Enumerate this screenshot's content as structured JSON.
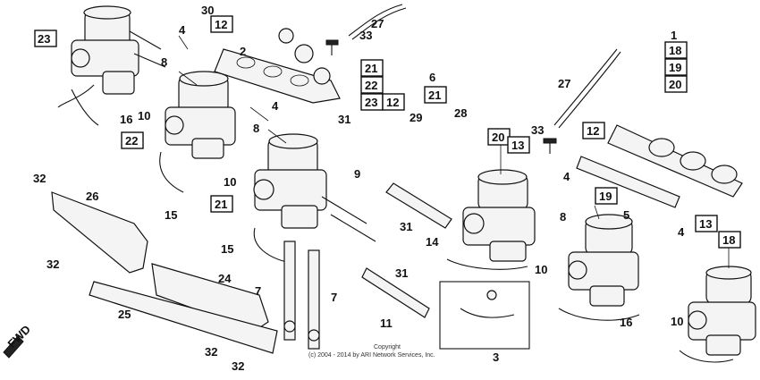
{
  "diagram": {
    "labels": [
      {
        "id": "l30",
        "text": "30"
      },
      {
        "id": "l27a",
        "text": "27"
      },
      {
        "id": "l4a",
        "text": "4"
      },
      {
        "id": "l33a",
        "text": "33"
      },
      {
        "id": "l2",
        "text": "2"
      },
      {
        "id": "l8a",
        "text": "8"
      },
      {
        "id": "l10a",
        "text": "10"
      },
      {
        "id": "l16a",
        "text": "16"
      },
      {
        "id": "l4b",
        "text": "4"
      },
      {
        "id": "l8b",
        "text": "8"
      },
      {
        "id": "l31a",
        "text": "31"
      },
      {
        "id": "l29",
        "text": "29"
      },
      {
        "id": "l6",
        "text": "6"
      },
      {
        "id": "l28",
        "text": "28"
      },
      {
        "id": "l1",
        "text": "1"
      },
      {
        "id": "l27b",
        "text": "27"
      },
      {
        "id": "l33b",
        "text": "33"
      },
      {
        "id": "l9",
        "text": "9"
      },
      {
        "id": "l10b",
        "text": "10"
      },
      {
        "id": "l32a",
        "text": "32"
      },
      {
        "id": "l26",
        "text": "26"
      },
      {
        "id": "l15a",
        "text": "15"
      },
      {
        "id": "l15b",
        "text": "15"
      },
      {
        "id": "l32b",
        "text": "32"
      },
      {
        "id": "l31b",
        "text": "31"
      },
      {
        "id": "l31c",
        "text": "31"
      },
      {
        "id": "l14",
        "text": "14"
      },
      {
        "id": "l4c",
        "text": "4"
      },
      {
        "id": "l8c",
        "text": "8"
      },
      {
        "id": "l10c",
        "text": "10"
      },
      {
        "id": "l5",
        "text": "5"
      },
      {
        "id": "l4d",
        "text": "4"
      },
      {
        "id": "l24",
        "text": "24"
      },
      {
        "id": "l7a",
        "text": "7"
      },
      {
        "id": "l7b",
        "text": "7"
      },
      {
        "id": "l11",
        "text": "11"
      },
      {
        "id": "l16b",
        "text": "16"
      },
      {
        "id": "l10d",
        "text": "10"
      },
      {
        "id": "l25",
        "text": "25"
      },
      {
        "id": "l3",
        "text": "3"
      },
      {
        "id": "l32c",
        "text": "32"
      },
      {
        "id": "l32d",
        "text": "32"
      }
    ],
    "boxes": [
      {
        "id": "b23a",
        "text": "23"
      },
      {
        "id": "b12a",
        "text": "12"
      },
      {
        "id": "b21a",
        "text": "21"
      },
      {
        "id": "b22a",
        "text": "22"
      },
      {
        "id": "b23b",
        "text": "23"
      },
      {
        "id": "b12b",
        "text": "12"
      },
      {
        "id": "b21b",
        "text": "21"
      },
      {
        "id": "b22b",
        "text": "22"
      },
      {
        "id": "b18a",
        "text": "18"
      },
      {
        "id": "b19a",
        "text": "19"
      },
      {
        "id": "b20a",
        "text": "20"
      },
      {
        "id": "b20b",
        "text": "20"
      },
      {
        "id": "b13a",
        "text": "13"
      },
      {
        "id": "b12c",
        "text": "12"
      },
      {
        "id": "b21c",
        "text": "21"
      },
      {
        "id": "b19b",
        "text": "19"
      },
      {
        "id": "b13b",
        "text": "13"
      },
      {
        "id": "b18b",
        "text": "18"
      }
    ],
    "fwd": "FWD",
    "copyright": [
      "Copyright",
      "(c) 2004 - 2014 by ARI Network Services, Inc."
    ]
  }
}
